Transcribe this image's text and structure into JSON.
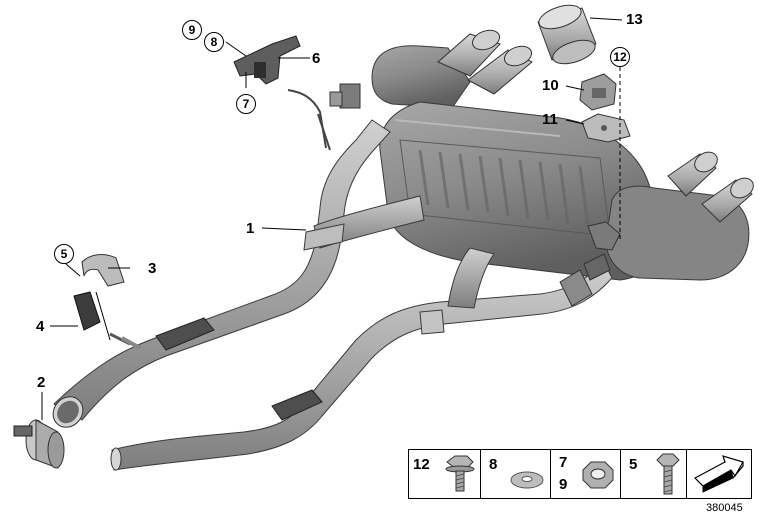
{
  "diagram": {
    "document_number": "380045",
    "callouts": {
      "c1": "1",
      "c2": "2",
      "c3": "3",
      "c4": "4",
      "c5": "5",
      "c6": "6",
      "c7": "7",
      "c8": "8",
      "c9": "9",
      "c10": "10",
      "c11": "11",
      "c12": "12",
      "c13": "13"
    },
    "legend": {
      "items": [
        {
          "numbers": "12",
          "part": "hex-flange-bolt"
        },
        {
          "numbers": "8",
          "part": "washer"
        },
        {
          "numbers_top": "7",
          "numbers_bottom": "9",
          "part": "hex-nut"
        },
        {
          "numbers": "5",
          "part": "hex-bolt"
        },
        {
          "part": "direction-of-travel-arrow"
        }
      ]
    },
    "colors": {
      "pipe": "#a9aaa9",
      "pipe_dark": "#8a8b8a",
      "muffler": "#8f8f8f",
      "muffler_dark": "#6e6e6e",
      "tip": "#b4b4b4",
      "line": "#000000"
    }
  }
}
